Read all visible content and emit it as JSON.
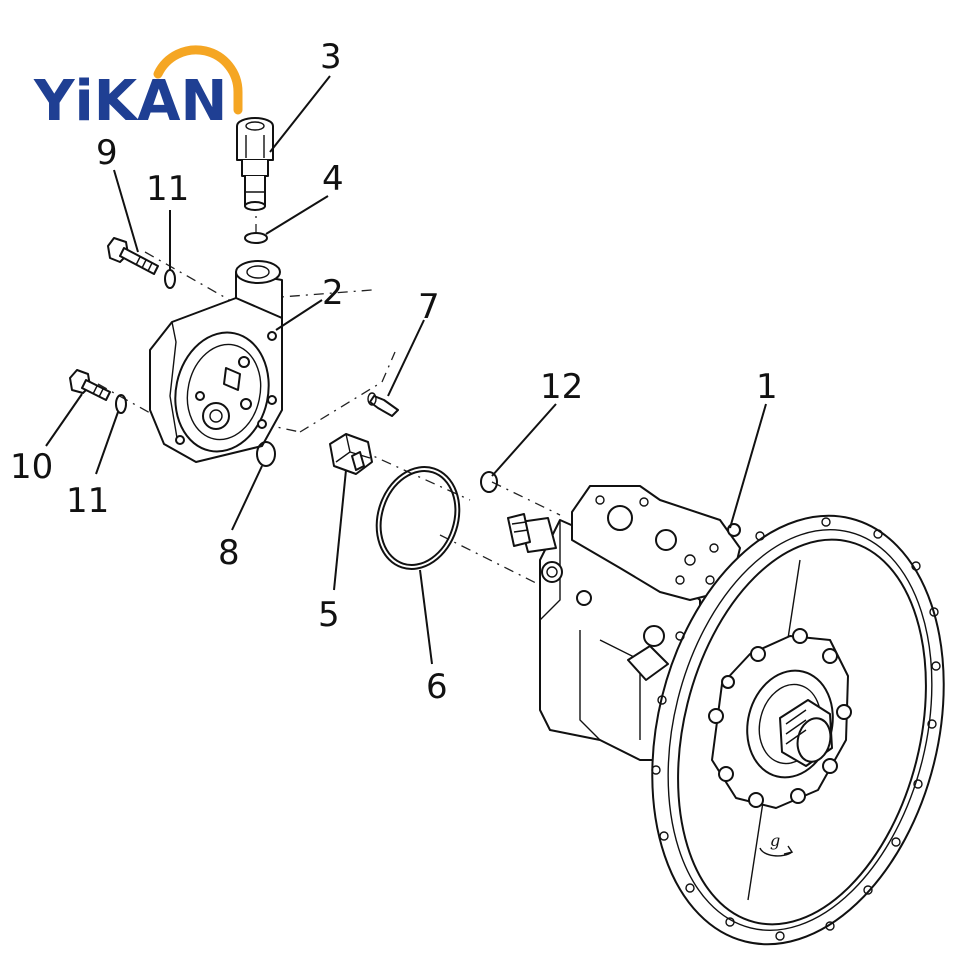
{
  "logo": {
    "text": "YiKAN",
    "colors": {
      "text": "#1f3f93",
      "arc": "#f5a623"
    }
  },
  "callouts": [
    {
      "id": "1",
      "label": "1"
    },
    {
      "id": "2",
      "label": "2"
    },
    {
      "id": "3",
      "label": "3"
    },
    {
      "id": "4",
      "label": "4"
    },
    {
      "id": "5",
      "label": "5"
    },
    {
      "id": "6",
      "label": "6"
    },
    {
      "id": "7",
      "label": "7"
    },
    {
      "id": "8",
      "label": "8"
    },
    {
      "id": "9",
      "label": "9"
    },
    {
      "id": "10",
      "label": "10"
    },
    {
      "id": "11a",
      "label": "11"
    },
    {
      "id": "11b",
      "label": "11"
    },
    {
      "id": "12",
      "label": "12"
    }
  ]
}
